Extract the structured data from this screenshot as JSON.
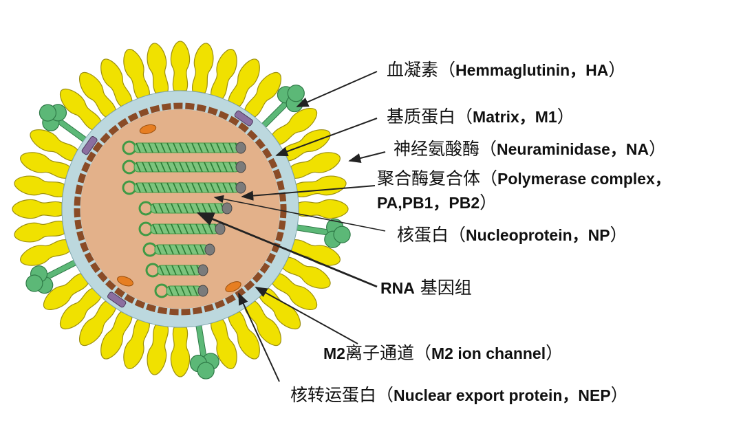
{
  "labels": {
    "ha": {
      "cn": "血凝素",
      "open": "（",
      "en": "Hemmaglutinin，HA",
      "close": "）"
    },
    "m1": {
      "cn": "基质蛋白",
      "open": "（",
      "en": "Matrix，M1",
      "close": "）"
    },
    "na": {
      "cn": "神经氨酸酶",
      "open": "（",
      "en": "Neuraminidase，NA",
      "close": "）"
    },
    "pol": {
      "cn": "聚合酶复合体",
      "open": "（",
      "en": "Polymerase complex，",
      "line2": "PA,PB1，PB2",
      "close": "）"
    },
    "np": {
      "cn": "核蛋白",
      "open": "（",
      "en": "Nucleoprotein，NP",
      "close": "）"
    },
    "rna": {
      "en": "RNA",
      "cn": "基因组"
    },
    "m2": {
      "en": "M2",
      "cn": "离子通道",
      "open": "（",
      "en2": "M2 ion channel",
      "close": "）"
    },
    "nep": {
      "cn": "核转运蛋白",
      "open": "（",
      "en": "Nuclear export protein，NEP",
      "close": "）"
    }
  },
  "colors": {
    "hemagglutinin": "#f0e100",
    "neuraminidase": "#5cb877",
    "envelope": "#bcd8de",
    "matrix": "#8a4b26",
    "core": "#e3b18a",
    "rna": "#3f9a45",
    "m2": "#8b6fa0",
    "nep": "#e67e22"
  }
}
